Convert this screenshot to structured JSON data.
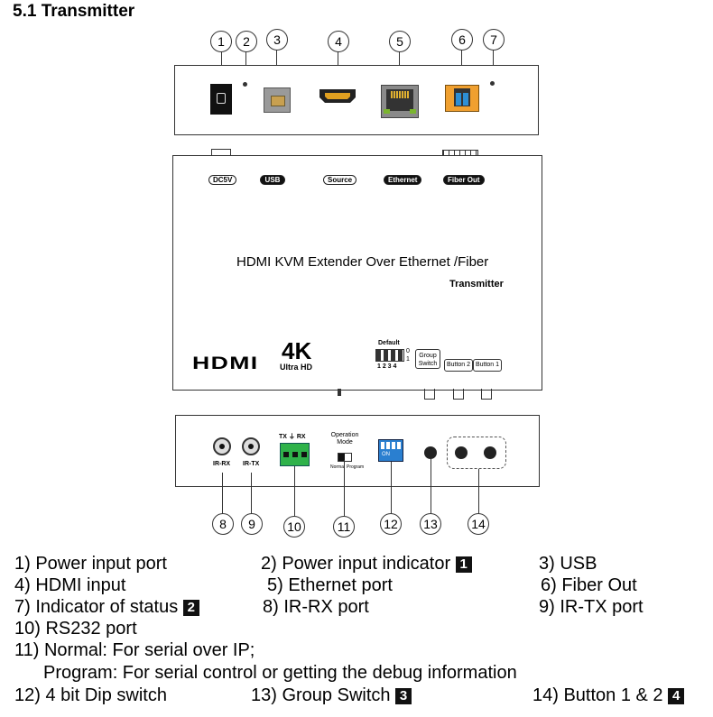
{
  "heading": "5.1 Transmitter",
  "callouts": [
    "1",
    "2",
    "3",
    "4",
    "5",
    "6",
    "7",
    "8",
    "9",
    "10",
    "11",
    "12",
    "13",
    "14"
  ],
  "top_labels": {
    "dc": "DC5V",
    "usb": "USB",
    "source": "Source",
    "ethernet": "Ethernet",
    "fiber": "Fiber Out"
  },
  "device": {
    "product_name": "HDMI KVM Extender Over Ethernet /Fiber",
    "model": "Transmitter",
    "hdmi_logo": "HDMI",
    "fourk": "4K",
    "ultra_hd": "Ultra HD",
    "dip_title": "Default",
    "dip_numbers": "1 2 3 4",
    "dip_zero": "0",
    "dip_one": "1",
    "group_switch_line1": "Group",
    "group_switch_line2": "Switch",
    "button2": "Button 2",
    "button1": "Button 1"
  },
  "rear_labels": {
    "ir_rx": "IR-RX",
    "ir_tx": "IR-TX",
    "txrx": "TX ⏚ RX",
    "op_mode_1": "Operation",
    "op_mode_2": "Mode",
    "normal": "Normal",
    "program": "Program",
    "dip_on": "ON"
  },
  "descriptions": {
    "d1": "1) Power input port",
    "d2": "2) Power input indicator",
    "d2_badge": "1",
    "d3": "3) USB",
    "d4": "4) HDMI input",
    "d5": "5) Ethernet port",
    "d6": "6) Fiber Out",
    "d7": "7) Indicator of status",
    "d7_badge": "2",
    "d8": "8) IR-RX port",
    "d9": "9) IR-TX port",
    "d10": "10) RS232 port",
    "d11": "11) Normal: For serial over IP;",
    "d11b": "Program: For serial control or getting the debug information",
    "d12": "12) 4 bit Dip switch",
    "d13": "13) Group Switch",
    "d13_badge": "3",
    "d14": "14) Button 1 & 2",
    "d14_badge": "4"
  },
  "colors": {
    "usb_connector": "#c8a050",
    "hdmi_gold": "#e0a020",
    "ethernet_green": "#7ab52e",
    "fiber_orange": "#f0a030",
    "fiber_blue": "#2d8fd5",
    "terminal_green": "#2fb24a",
    "dip_blue": "#2a7fd0"
  }
}
